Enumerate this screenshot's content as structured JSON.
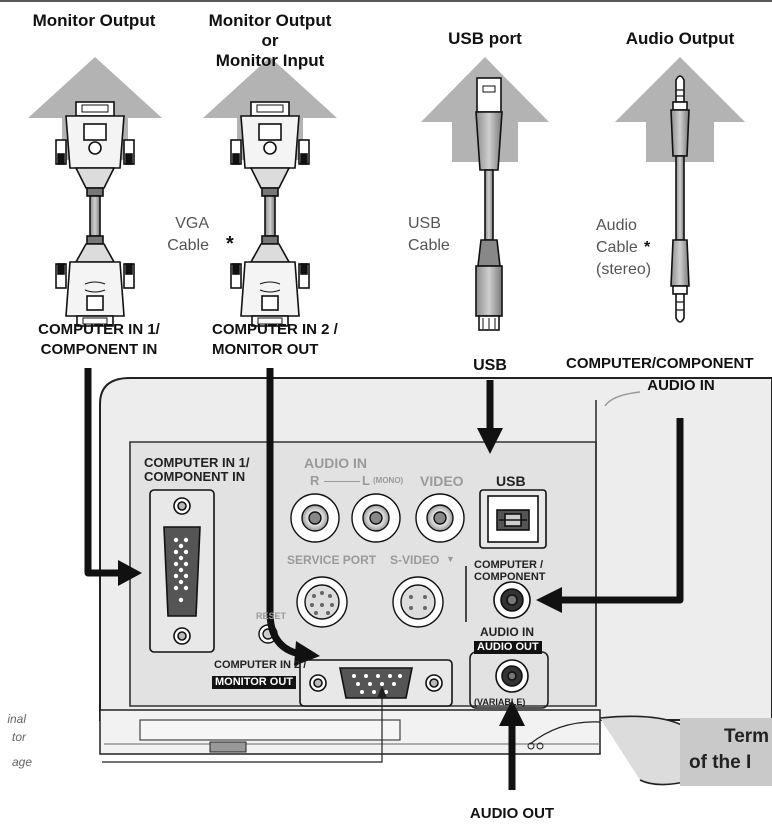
{
  "top_labels": {
    "monitor_output": "Monitor Output",
    "monitor_output_or_input_l1": "Monitor Output",
    "monitor_output_or_input_l2": "or",
    "monitor_output_or_input_l3": "Monitor Input",
    "usb_port": "USB port",
    "audio_output": "Audio Output"
  },
  "cable_labels": {
    "vga_l1": "VGA",
    "vga_l2": "Cable",
    "asterisk": "*",
    "usb_l1": "USB",
    "usb_l2": "Cable",
    "audio_l1": "Audio",
    "audio_l2": "Cable",
    "audio_asterisk": "*",
    "audio_l3": "(stereo)"
  },
  "connector_labels": {
    "computer_in1_l1": "COMPUTER IN 1/",
    "computer_in1_l2": "COMPONENT IN",
    "computer_in2_l1": "COMPUTER IN 2 /",
    "computer_in2_l2": "MONITOR OUT",
    "usb": "USB",
    "audio_in_l1": "COMPUTER/COMPONENT",
    "audio_in_l2": "AUDIO  IN",
    "audio_out": "AUDIO OUT"
  },
  "panel_labels": {
    "computer_in1_l1": "COMPUTER IN 1/",
    "computer_in1_l2": "COMPONENT IN",
    "audio_in": "AUDIO  IN",
    "r": "R",
    "l_mono": "L",
    "mono": "(MONO)",
    "video": "VIDEO",
    "usb": "USB",
    "service_port": "SERVICE PORT",
    "s_video": "S-VIDEO",
    "s_video_mark": "▼",
    "computer_component_l1": "COMPUTER /",
    "computer_component_l2": "COMPONENT",
    "audio_in_jack": "AUDIO  IN",
    "audio_out": "AUDIO  OUT",
    "variable": "(VARIABLE)",
    "reset": "RESET",
    "computer_in2": "COMPUTER IN 2 /",
    "monitor_out": "MONITOR OUT"
  },
  "side_text": {
    "left_l1": "inal",
    "left_l2": "tor",
    "left_l3": "age",
    "right_l1": "Term",
    "right_l2": "of the I"
  },
  "colors": {
    "arrow_grey": "#b3b3b3",
    "panel": "#e3e3e3",
    "line": "#111111"
  }
}
